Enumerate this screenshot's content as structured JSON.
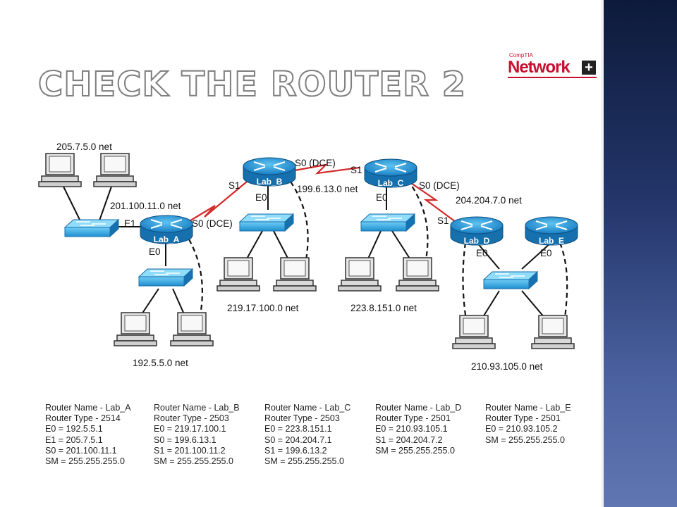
{
  "title": "CHECK THE ROUTER 2",
  "logo": {
    "small": "CompTIA",
    "main": "Network",
    "plus": "+"
  },
  "routers": [
    {
      "label": "Lab_A"
    },
    {
      "label": "Lab_B"
    },
    {
      "label": "Lab_C"
    },
    {
      "label": "Lab_D"
    },
    {
      "label": "Lab_E"
    }
  ],
  "labels": {
    "net_205": "205.7.5.0 net",
    "net_201": "201.100.11.0 net",
    "e1_a": "E1",
    "s0dce_a": "S0 (DCE)",
    "e0_a": "E0",
    "s1_b": "S1",
    "e0_b": "E0",
    "s0dce_b": "S0 (DCE)",
    "s1_c": "S1",
    "net_199": "199.6.13.0 net",
    "e0_c": "E0",
    "s0dce_c": "S0 (DCE)",
    "net_204": "204.204.7.0 net",
    "s1_d": "S1",
    "e0_d": "E0",
    "e0_e": "E0",
    "net_219": "219.17.100.0 net",
    "net_223": "223.8.151.0 net",
    "net_192": "192.5.5.0 net",
    "net_210": "210.93.105.0 net"
  },
  "router_info": [
    [
      "Router Name - Lab_A",
      "Router Type - 2514",
      "E0 = 192.5.5.1",
      "E1 = 205.7.5.1",
      "S0 = 201.100.11.1",
      "SM = 255.255.255.0"
    ],
    [
      "Router Name - Lab_B",
      "Router Type - 2503",
      "E0 = 219.17.100.1",
      "S0 = 199.6.13.1",
      "S1 = 201.100.11.2",
      "SM = 255.255.255.0"
    ],
    [
      "Router Name - Lab_C",
      "Router Type - 2503",
      "E0 = 223.8.151.1",
      "S0 = 204.204.7.1",
      "S1 = 199.6.13.2",
      "SM = 255.255.255.0"
    ],
    [
      "Router Name - Lab_D",
      "Router Type - 2501",
      "E0 = 210.93.105.1",
      "S1 = 204.204.7.2",
      "SM = 255.255.255.0"
    ],
    [
      "Router Name - Lab_E",
      "Router Type - 2501",
      "E0 = 210.93.105.2",
      "SM = 255.255.255.0"
    ]
  ]
}
